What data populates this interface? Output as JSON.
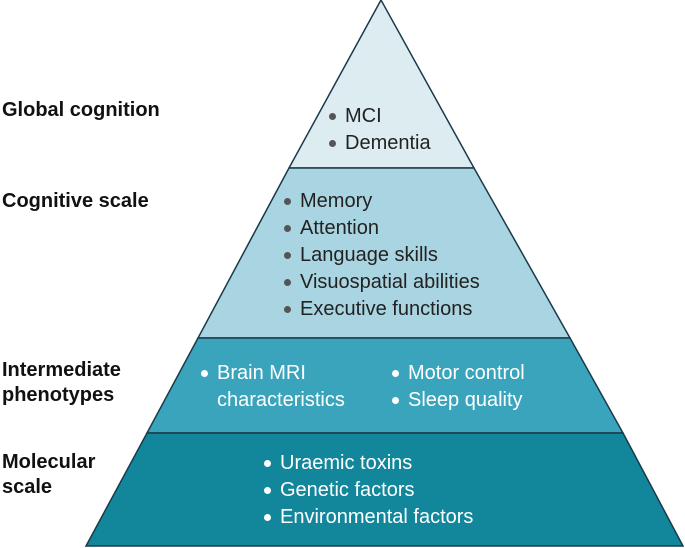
{
  "tiers": [
    {
      "label": "Global cognition",
      "items": [
        "MCI",
        "Dementia"
      ],
      "color": "#dcecf1"
    },
    {
      "label": "Cognitive scale",
      "items": [
        "Memory",
        "Attention",
        "Language skills",
        "Visuospatial abilities",
        "Executive functions"
      ],
      "color": "#a9d4e1"
    },
    {
      "label": "Intermediate\nphenotypes",
      "items_left": [
        "Brain MRI\ncharacteristics"
      ],
      "items_right": [
        "Motor control",
        "Sleep quality"
      ],
      "color": "#3aa4bd"
    },
    {
      "label": "Molecular\nscale",
      "items": [
        "Uraemic toxins",
        "Genetic factors",
        "Environmental factors"
      ],
      "color": "#12869b"
    }
  ],
  "outline_color": "#1a3a4a"
}
